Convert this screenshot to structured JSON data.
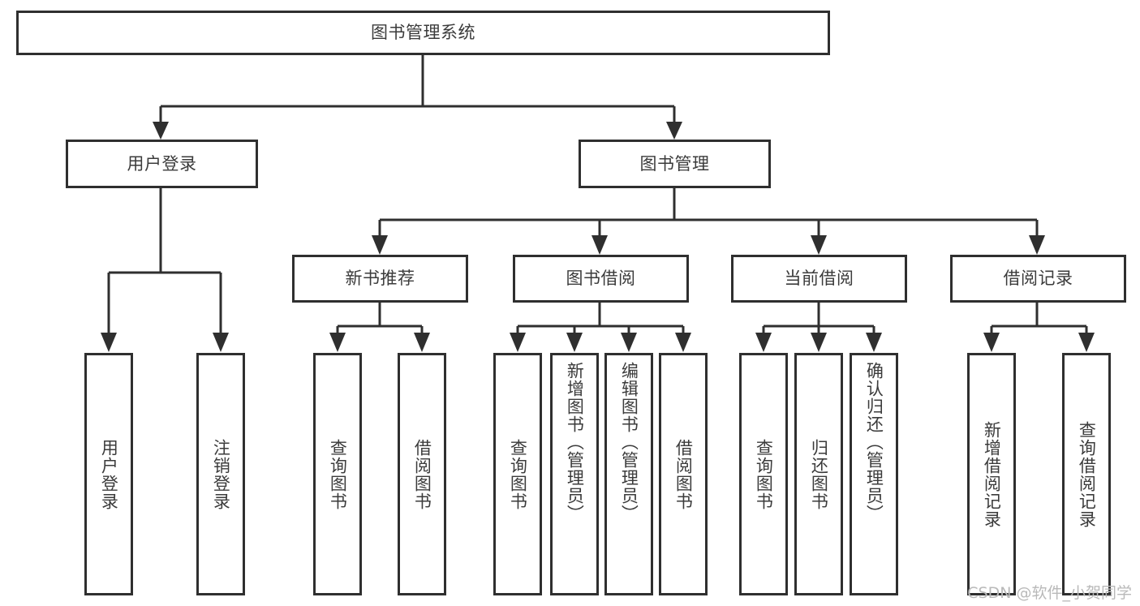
{
  "diagram": {
    "type": "tree-hierarchy",
    "title": "图书管理系统",
    "watermark": "CSDN @软件_小贺同学",
    "colors": {
      "background": "#ffffff",
      "stroke": "#2f2f2f",
      "text": "#3b3b3b",
      "watermark": "#b9b9b9"
    },
    "nodes": {
      "root": {
        "label": "图书管理系统"
      },
      "level2": [
        {
          "id": "user-login",
          "label": "用户登录"
        },
        {
          "id": "book-manage",
          "label": "图书管理"
        }
      ],
      "level3": [
        {
          "id": "new-book-recommend",
          "label": "新书推荐"
        },
        {
          "id": "book-borrow",
          "label": "图书借阅"
        },
        {
          "id": "current-borrow",
          "label": "当前借阅"
        },
        {
          "id": "borrow-record",
          "label": "借阅记录"
        }
      ],
      "leaves": {
        "user_login": [
          {
            "id": "leaf-user-login",
            "label": "用户登录"
          },
          {
            "id": "leaf-logout-login",
            "label": "注销登录"
          }
        ],
        "new_book_recommend": [
          {
            "id": "leaf-query-book-1",
            "label": "查询图书"
          },
          {
            "id": "leaf-borrow-book-1",
            "label": "借阅图书"
          }
        ],
        "book_borrow": [
          {
            "id": "leaf-query-book-2",
            "label": "查询图书"
          },
          {
            "id": "leaf-add-book-admin",
            "label": "新增图书（管理员）"
          },
          {
            "id": "leaf-edit-book-admin",
            "label": "编辑图书（管理员）"
          },
          {
            "id": "leaf-borrow-book-2",
            "label": "借阅图书"
          }
        ],
        "current_borrow": [
          {
            "id": "leaf-query-book-3",
            "label": "查询图书"
          },
          {
            "id": "leaf-return-book",
            "label": "归还图书"
          },
          {
            "id": "leaf-confirm-return-admin",
            "label": "确认归还（管理员）"
          }
        ],
        "borrow_record": [
          {
            "id": "leaf-add-borrow-record",
            "label": "新增借阅记录"
          },
          {
            "id": "leaf-query-borrow-record",
            "label": "查询借阅记录"
          }
        ]
      }
    }
  }
}
